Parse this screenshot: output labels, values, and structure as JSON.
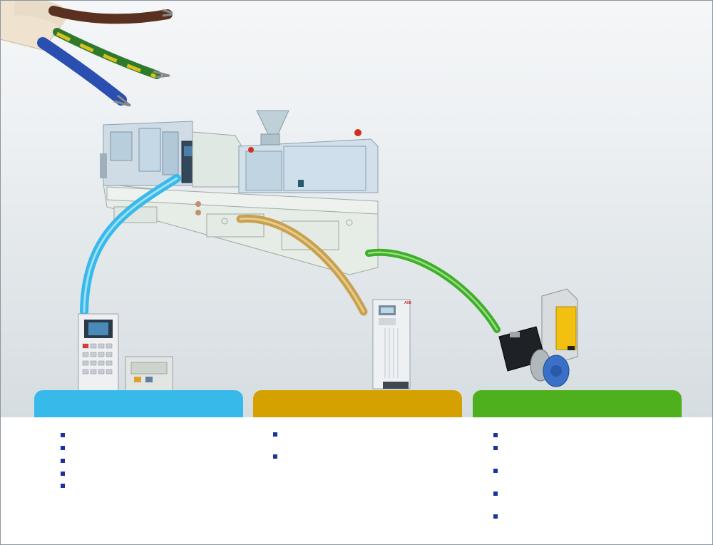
{
  "colors": {
    "control": "#37b9ea",
    "drive": "#d4a100",
    "motion": "#4db01c",
    "bullet": "#1a33a0"
  },
  "sections": [
    {
      "name": "control-section",
      "bullet_count": 5
    },
    {
      "name": "drive-section",
      "bullet_count": 2
    },
    {
      "name": "motion-section",
      "bullet_count": 5
    }
  ],
  "device_labels": {
    "drive_logo": "ABB"
  }
}
